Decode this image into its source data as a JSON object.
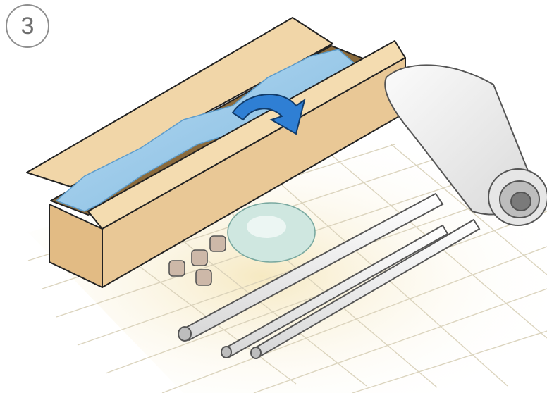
{
  "step": {
    "number": "3"
  },
  "illustration": {
    "box": "open-cardboard-box",
    "contents": "blue-wrapped-screen",
    "items": [
      "screen-roll",
      "tubes",
      "end-caps",
      "hardware-bag"
    ]
  },
  "colors": {
    "box_face": "#e9c896",
    "box_flap": "#f1d6a8",
    "box_edge": "#222222",
    "wrap_blue": "#8cc3e6",
    "arrow_blue": "#2f7fd4",
    "floor_yellow": "#f7eed0",
    "tube": "#f2f2f2",
    "cap": "#cdb8a8"
  }
}
